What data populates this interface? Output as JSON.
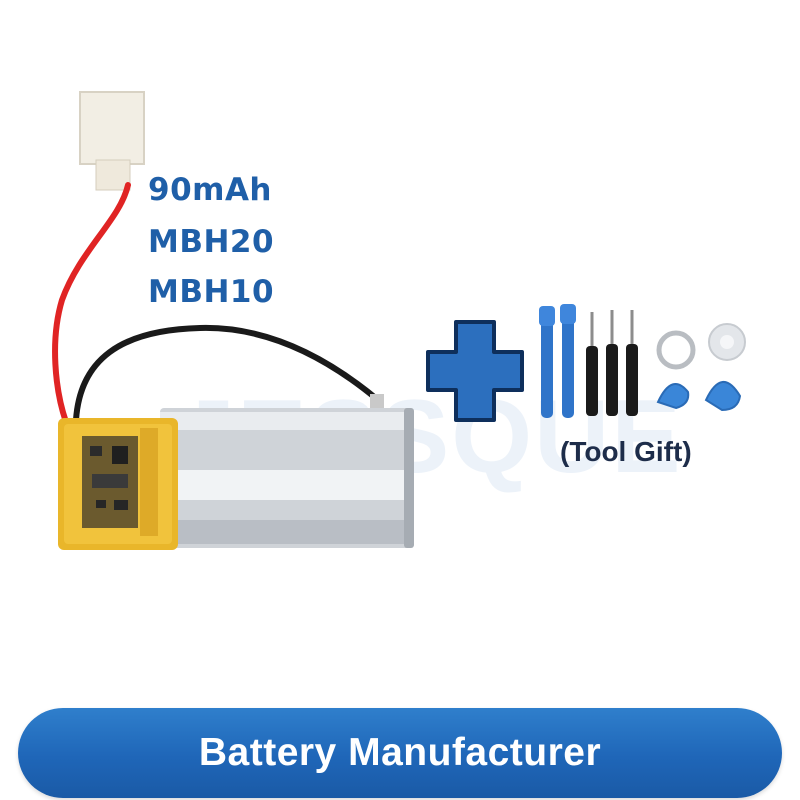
{
  "product": {
    "specs": [
      "90mAh",
      "MBH20",
      "MBH10"
    ],
    "watermark": "JESSQUE",
    "tool_gift": "(Tool Gift)",
    "banner": "Battery Manufacturer"
  },
  "colors": {
    "spec_text": "#1f5fa8",
    "plus_fill": "#2c6fbe",
    "banner": "#1f66b8",
    "tool_blue": "#3a86d8"
  },
  "icons": [
    "battery-image",
    "plus-icon",
    "tool-kit-image"
  ]
}
